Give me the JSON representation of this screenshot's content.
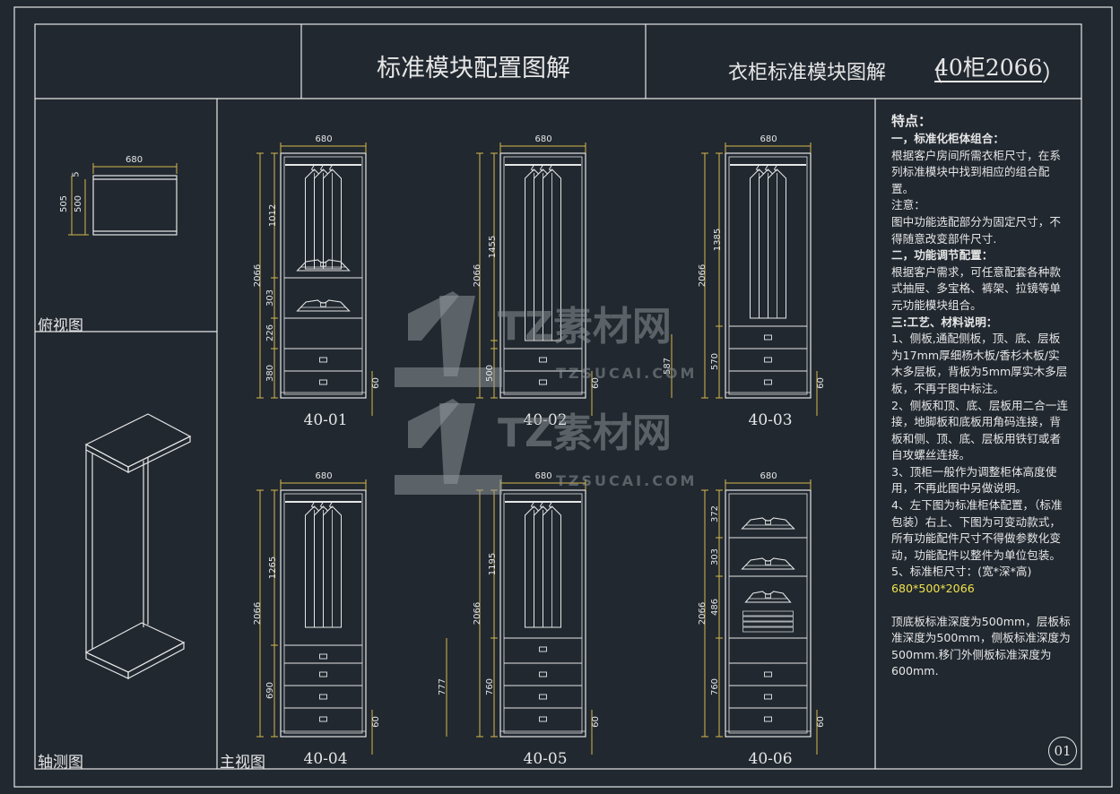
{
  "header": {
    "title": "标准模块配置图解",
    "subtitle": "衣柜标准模块图解",
    "code_open": "（",
    "code": "40柜2066",
    "code_close": "）"
  },
  "views": {
    "top": "俯视图",
    "axon": "轴测图",
    "front": "主视图"
  },
  "top_view_dims": {
    "width": "680",
    "thin": "5",
    "overall": "505",
    "depth": "500"
  },
  "cabinets": [
    {
      "code": "40-01",
      "width": "680",
      "height": "2066",
      "top_hang": "1012",
      "shelf1": "303",
      "shelf2": "226",
      "drawers": "380",
      "kick": "60"
    },
    {
      "code": "40-02",
      "width": "680",
      "height": "2066",
      "top_hang": "1455",
      "drawers": "500",
      "kick": "60"
    },
    {
      "code": "40-03",
      "width": "680",
      "height": "2066",
      "top_hang": "1385",
      "drawers": "570",
      "outer": "587",
      "kick": "60"
    },
    {
      "code": "40-04",
      "width": "680",
      "height": "2066",
      "top_hang": "1265",
      "drawers": "690",
      "kick": "60"
    },
    {
      "code": "40-05",
      "width": "680",
      "height": "2066",
      "top_hang": "1195",
      "drawers": "760",
      "outer": "777",
      "kick": "60"
    },
    {
      "code": "40-06",
      "width": "680",
      "height": "2066",
      "shelf1": "372",
      "shelf2": "303",
      "shelf3": "486",
      "drawers": "760",
      "kick": "60"
    }
  ],
  "notes": {
    "heading": "特点：",
    "s1_title": "一，标准化柜体组合：",
    "s1_body": "根据客户房间所需衣柜尺寸，在系列标准模块中找到相应的组合配置。",
    "s1_note_label": "注意：",
    "s1_note": "图中功能选配部分为固定尺寸，不得随意改变部件尺寸.",
    "s2_title": "二，功能调节配置：",
    "s2_body": "根据客户需求，可任意配套各种款式抽屉、多宝格、裤架、拉镜等单元功能模块组合。",
    "s3_title": "三:工艺、材料说明：",
    "s3_p1": "1、侧板,通配侧板，顶、底、层板为17mm厚细杨木板/香杉木板/实木多层板，背板为5mm厚实木多层板，不再于图中标注。",
    "s3_p2": "2、侧板和顶、底、层板用二合一连接，地脚板和底板用角码连接，背板和侧、顶、底、层板用铁钉或者自攻螺丝连接。",
    "s3_p3": "3、顶柜一般作为调整柜体高度使用，不再此图中另做说明。",
    "s3_p4": "4、左下图为标准柜体配置，（标准包装）右上、下图为可变动款式，所有功能配件尺寸不得做参数化变动，功能配件以整件为单位包装。",
    "s3_p5": "5、标准柜尺寸：(宽*深*高)",
    "size_value": "680*500*2066",
    "p_depth": "顶底板标准深度为500mm，层板标准深度为500mm，侧板标准深度为500mm.移门外侧板标准深度为600mm."
  },
  "sheet_number": "01",
  "watermark": {
    "brand": "TZ素材网",
    "domain": "TZSUCAI.COM"
  },
  "colors": {
    "background": "#212830",
    "line": "#e6e6e6",
    "dim": "#d8b84a",
    "accent": "#f0e24a"
  }
}
